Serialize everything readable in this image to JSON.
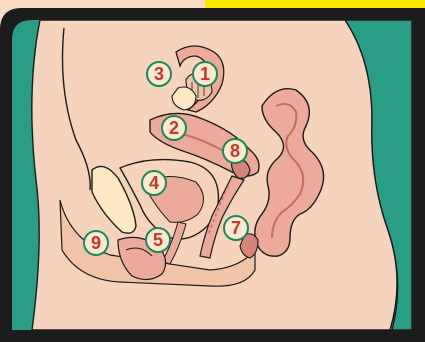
{
  "colors": {
    "background": "#2a9d86",
    "frame": "#1c1c1c",
    "skin": "#f6d3bd",
    "tissue": "#eda99c",
    "tissue_dark": "#d6837a",
    "bone": "#fbe8c4",
    "yellow_tab": "#ffe600",
    "label_fill": "#fde8d0",
    "label_stroke": "#1a8a5c",
    "label_text": "#c0392b"
  },
  "labels": [
    {
      "id": "1",
      "text": "1"
    },
    {
      "id": "2",
      "text": "2"
    },
    {
      "id": "3",
      "text": "3"
    },
    {
      "id": "4",
      "text": "4"
    },
    {
      "id": "5",
      "text": "5"
    },
    {
      "id": "7",
      "text": "7"
    },
    {
      "id": "8",
      "text": "8"
    },
    {
      "id": "9",
      "text": "9"
    }
  ]
}
